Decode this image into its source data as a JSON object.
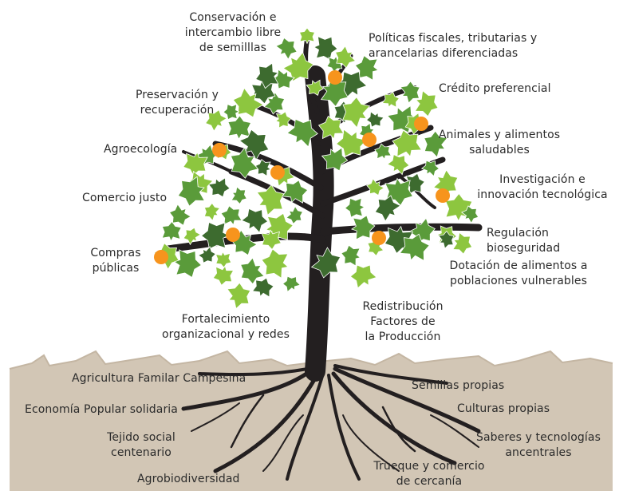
{
  "colors": {
    "soil": "#d2c6b5",
    "soil_dark": "#c4b6a3",
    "trunk": "#231f20",
    "leaf_light": "#8dc63f",
    "leaf_mid": "#5a9b3a",
    "leaf_dark": "#3d6b2f",
    "fruit": "#f7941d",
    "text": "#2b2b2b"
  },
  "branch_labels": {
    "conservacion": "Conservación e\nintercambio libre\nde semilllas",
    "politicas": "Políticas fiscales, tributarias y\narancelarias diferenciadas",
    "preservacion": "Preservación y\nrecuperación",
    "credito": "Crédito preferencial",
    "agroecologia": "Agroecología",
    "animales": "Animales y alimentos\nsaludables",
    "comercio_justo": "Comercio justo",
    "investigacion": "Investigación e\ninnovación tecnológica",
    "regulacion": "Regulación bioseguridad",
    "compras": "Compras\npúblicas",
    "dotacion": "Dotación de alimentos a\npoblaciones vulnerables",
    "fortalecimiento": "Fortalecimiento\norganizacional y redes",
    "redistribucion": "Redistribución\nFactores de\nla Producción"
  },
  "root_labels": {
    "agricultura": "Agricultura Familar Campesina",
    "semillas": "Semillas propias",
    "economia": "Economía Popular solidaria",
    "culturas": "Culturas propias",
    "tejido": "Tejido social\ncentenario",
    "saberes": "Saberes y tecnologías\nancentrales",
    "trueque": "Trueque y comercio\nde cercanía",
    "agrobiodiversidad": "Agrobiodiversidad"
  }
}
